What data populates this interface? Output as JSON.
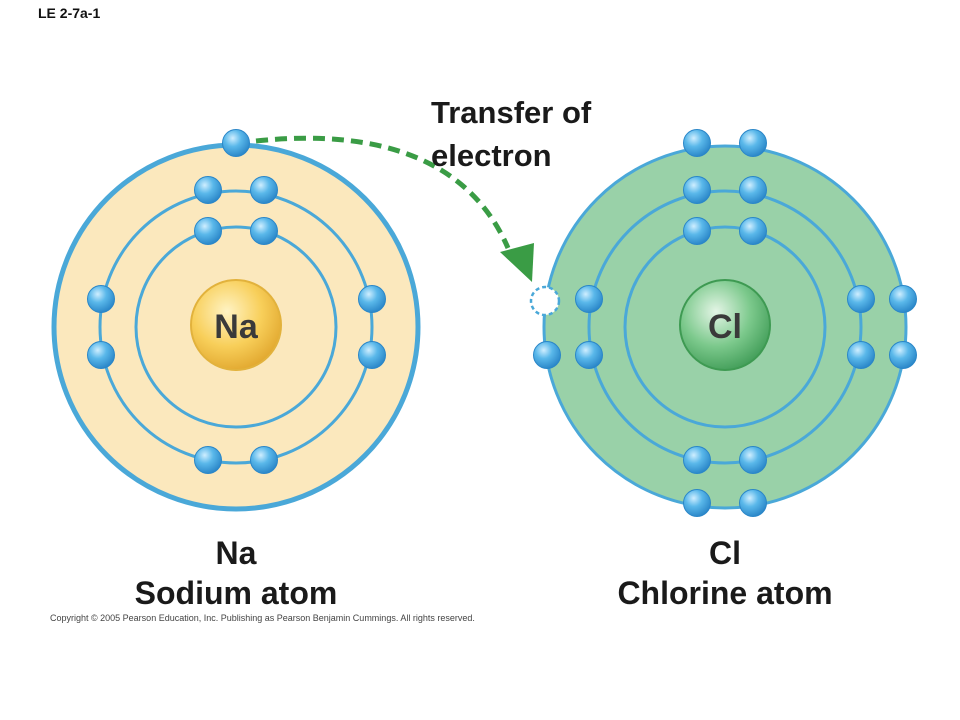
{
  "figure_label": "LE 2-7a-1",
  "transfer_label": {
    "line1": "Transfer of",
    "line2": "electron"
  },
  "atoms": [
    {
      "symbol": "Na",
      "name": "Sodium atom",
      "shell_electrons": [
        2,
        8,
        1
      ],
      "fill_color": "#fbe8bd",
      "nucleus_color": "#f6c33f"
    },
    {
      "symbol": "Cl",
      "name": "Chlorine atom",
      "shell_electrons": [
        2,
        8,
        7
      ],
      "fill_color": "#99d1a8",
      "nucleus_color": "#5cb873"
    }
  ],
  "colors": {
    "shell_line": "#4aa8d8",
    "electron": "#3399dd",
    "transfer_arrow": "#3a9c45"
  },
  "copyright": "Copyright © 2005 Pearson Education, Inc. Publishing as Pearson Benjamin Cummings. All rights reserved."
}
